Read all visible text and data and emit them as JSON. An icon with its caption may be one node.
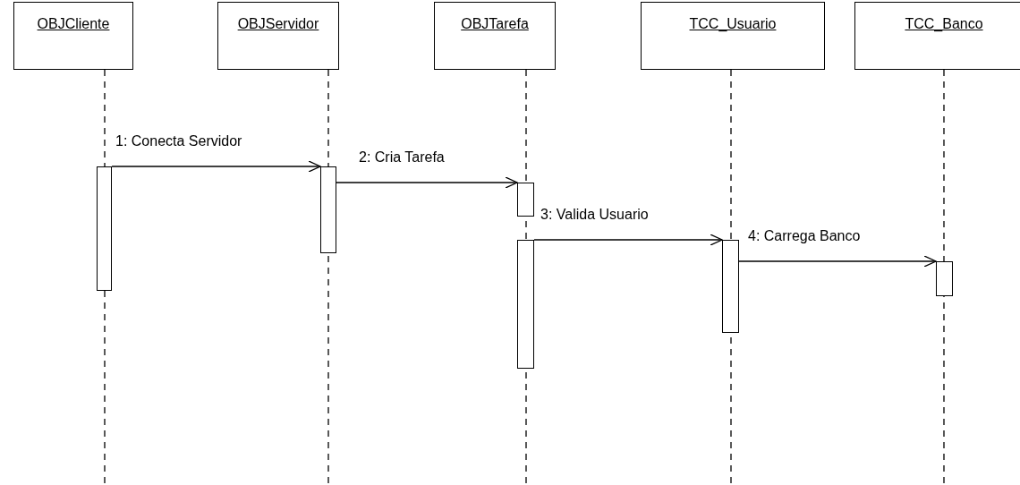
{
  "diagram": {
    "nodes": [
      {
        "text": [
          "OBJCliente"
        ]
      },
      {
        "text": [
          "OBJServidor"
        ]
      },
      {
        "text": [
          "OBJTarefa"
        ]
      },
      {
        "text": [
          "TCC_Usuario"
        ]
      },
      {
        "text": [
          "TCC_Banco"
        ]
      },
      {
        "text": [],
        "shape": "bar"
      },
      {
        "text": [],
        "shape": "bar"
      },
      {
        "text": [],
        "shape": "bar"
      },
      {
        "text": [],
        "shape": "bar"
      },
      {
        "text": [],
        "shape": "bar"
      },
      {
        "text": [],
        "shape": "bar"
      }
    ],
    "edges": [
      {
        "from": 5,
        "to": 6,
        "arrow": "to",
        "label": "1: Conecta Servidor"
      },
      {
        "from": 6,
        "to": 7,
        "arrow": "to",
        "label": "2: Cria Tarefa"
      },
      {
        "from": 8,
        "to": 9,
        "arrow": "to",
        "label": "3: Valida Usuario"
      },
      {
        "from": 9,
        "to": 10,
        "arrow": "to",
        "label": "4: Carrega Banco"
      }
    ]
  }
}
